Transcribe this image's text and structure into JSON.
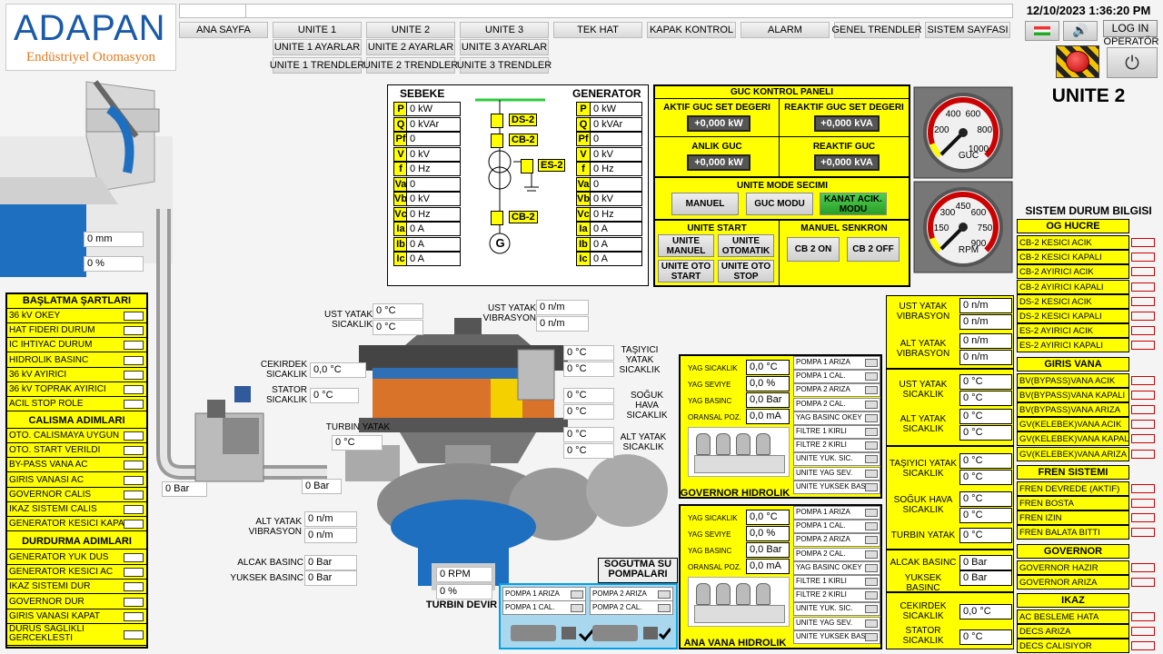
{
  "app": {
    "datetime": "12/10/2023 1:36:20 PM",
    "login_label": "LOG IN",
    "user": "OPERATÖR",
    "unit_title": "UNITE 2"
  },
  "logo": {
    "brand": "ADAPAN",
    "tagline": "Endüstriyel Otomasyon"
  },
  "nav": {
    "row1": [
      "ANA SAYFA",
      "UNITE 1",
      "UNITE 2",
      "UNITE 3",
      "TEK HAT",
      "KAPAK KONTROL",
      "ALARM",
      "GENEL TRENDLER",
      "SISTEM SAYFASI"
    ],
    "row2": [
      "UNITE 1 AYARLAR",
      "UNITE 2 AYARLAR",
      "UNITE 3 AYARLAR"
    ],
    "row3": [
      "UNITE 1 TRENDLER",
      "UNITE 2 TRENDLER",
      "UNITE 3 TRENDLER"
    ]
  },
  "gate": {
    "level": "0 mm",
    "percent": "0 %"
  },
  "start_conditions": {
    "title": "BAŞLATMA ŞARTLARI",
    "items": [
      "36 kV OKEY",
      "HAT FIDERI DURUM",
      "IC IHTIYAC DURUM",
      "HIDROLIK BASINC",
      "36 kV AYIRICI",
      "36 kV TOPRAK AYIRICI",
      "ACIL STOP ROLE"
    ]
  },
  "run_steps": {
    "title": "CALISMA ADIMLARI",
    "items": [
      "OTO. CALISMAYA UYGUN",
      "OTO. START VERILDI",
      "BY-PASS VANA AC",
      "GIRIS VANASI AC",
      "GOVERNOR CALIS",
      "IKAZ SISTEMI CALIS",
      "GENERATOR KESICI KAPAT"
    ]
  },
  "stop_steps": {
    "title": "DURDURMA ADIMLARI",
    "items": [
      "GENERATOR YUK DUS",
      "GENERATOR KESICI AC",
      "IKAZ SISTEMI DUR",
      "GOVERNOR DUR",
      "GIRIS VANASI KAPAT",
      "DURUS SAGLIKLI GERCEKLESTI"
    ]
  },
  "sld": {
    "left_title": "SEBEKE",
    "right_title": "GENERATOR",
    "rows": [
      {
        "k": "P",
        "l": "0 kW",
        "r": "0 kW"
      },
      {
        "k": "Q",
        "l": "0 kVAr",
        "r": "0 kVAr"
      },
      {
        "k": "Pf",
        "l": "0",
        "r": "0"
      },
      {
        "k": "V",
        "l": "0 kV",
        "r": "0 kV"
      },
      {
        "k": "f",
        "l": "0 Hz",
        "r": "0 Hz"
      },
      {
        "k": "Va",
        "l": "0",
        "r": "0"
      },
      {
        "k": "Vb",
        "l": "0 kV",
        "r": "0 kV"
      },
      {
        "k": "Vc",
        "l": "0 Hz",
        "r": "0 Hz"
      },
      {
        "k": "Ia",
        "l": "0 A",
        "r": "0 A"
      },
      {
        "k": "Ib",
        "l": "0 A",
        "r": "0 A"
      },
      {
        "k": "Ic",
        "l": "0 A",
        "r": "0 A"
      }
    ],
    "ds2": "DS-2",
    "cb2a": "CB-2",
    "es2": "ES-2",
    "cb2b": "CB-2",
    "gen": "G"
  },
  "power_panel": {
    "title": "GUC KONTROL PANELI",
    "active_set_label": "AKTIF GUC SET DEGERI",
    "active_set": "+0,000 kW",
    "reactive_set_label": "REAKTIF GUC SET DEGERI",
    "reactive_set": "+0,000 kVA",
    "instant_label": "ANLIK GUC",
    "instant": "+0,000 kW",
    "reactive_label": "REAKTIF GUC",
    "reactive": "+0,000 kVA"
  },
  "mode": {
    "title": "UNITE MODE SECIMI",
    "manual": "MANUEL",
    "power": "GUC MODU",
    "gate": "KANAT ACIK. MODU"
  },
  "start": {
    "title": "UNITE START",
    "b1": "UNITE MANUEL",
    "b2": "UNITE OTOMATIK",
    "b3": "UNITE OTO START",
    "b4": "UNITE OTO STOP"
  },
  "sync": {
    "title": "MANUEL SENKRON",
    "on": "CB 2 ON",
    "off": "CB 2 OFF"
  },
  "gauge_power": {
    "unit": "GUC",
    "ticks": [
      "200",
      "400",
      "600",
      "800",
      "1000"
    ],
    "max": 1000,
    "value": 0
  },
  "gauge_rpm": {
    "unit": "RPM",
    "ticks": [
      "150",
      "300",
      "450",
      "600",
      "750",
      "900"
    ],
    "max": 900,
    "value": 0
  },
  "machine": {
    "ust_yatak_label": "UST YATAK SICAKLIK",
    "ust_yatak": [
      "0 °C",
      "0 °C"
    ],
    "ust_vib_label": "UST YATAK VIBRASYON",
    "ust_vib": [
      "0 n/m",
      "0 n/m"
    ],
    "cekirdek_label": "CEKIRDEK SICAKLIK",
    "cekirdek": "0,0 °C",
    "stator_label": "STATOR SICAKLIK",
    "stator": "0 °C",
    "tasiyici_label": "TAŞIYICI YATAK SICAKLIK",
    "tasiyici": [
      "0 °C",
      "0 °C"
    ],
    "soguk_label": "SOĞUK HAVA SICAKLIK",
    "soguk": [
      "0 °C",
      "0 °C"
    ],
    "alt_label": "ALT YATAK SICAKLIK",
    "alt": [
      "0 °C",
      "0 °C"
    ],
    "turbin_label": "TURBIN YATAK",
    "turbin": "0 °C",
    "pipe_bar1": "0 Bar",
    "pipe_bar2": "0 Bar",
    "alt_vib_label": "ALT YATAK VIBRASYON",
    "alt_vib": [
      "0 n/m",
      "0 n/m"
    ],
    "alcak_label": "ALCAK BASINC",
    "alcak": "0 Bar",
    "yuksek_label": "YUKSEK BASINC",
    "yuksek": "0 Bar",
    "rpm": "0 RPM",
    "pct": "0 %",
    "devir_label": "TURBIN DEVIR"
  },
  "cooling": {
    "title": "SOGUTMA SU POMPALARI",
    "items": [
      "POMPA 1 ARIZA",
      "POMPA 2 ARIZA",
      "POMPA 1 CAL.",
      "POMPA 2 CAL."
    ]
  },
  "gov_hyd": {
    "title": "GOVERNOR HIDROLIK",
    "labels": [
      "YAG SICAKLIK",
      "YAG SEVIYE",
      "YAG BASINC",
      "ORANSAL POZ."
    ],
    "values": [
      "0,0 °C",
      "0,0 %",
      "0,0 Bar",
      "0,0 mA"
    ],
    "items": [
      "POMPA 1 ARIZA",
      "POMPA 1 CAL.",
      "POMPA 2 ARIZA",
      "POMPA 2 CAL.",
      "YAG BASINC OKEY",
      "FILTRE 1 KIRLI",
      "FILTRE 2 KIRLI",
      "UNITE YUK. SIC.",
      "UNITE YAG SEV.",
      "UNITE YUKSEK BAS."
    ]
  },
  "valve_hyd": {
    "title": "ANA VANA HIDROLIK",
    "labels": [
      "YAG SICAKLIK",
      "YAG SEVIYE",
      "YAG BASINC",
      "ORANSAL POZ."
    ],
    "values": [
      "0,0 °C",
      "0,0 %",
      "0,0 Bar",
      "0,0 mA"
    ],
    "items": [
      "POMPA 1 ARIZA",
      "POMPA 1 CAL.",
      "POMPA 2 ARIZA",
      "POMPA 2 CAL.",
      "YAG BASINC OKEY",
      "FILTRE 1 KIRLI",
      "FILTRE 2 KIRLI",
      "UNITE YUK. SIC.",
      "UNITE YAG SEV.",
      "UNITE YUKSEK BAS."
    ]
  },
  "right_meas": {
    "ust_vib_label": "UST YATAK VIBRASYON",
    "ust_vib": [
      "0 n/m",
      "0 n/m"
    ],
    "alt_vib_label": "ALT YATAK VIBRASYON",
    "alt_vib": [
      "0 n/m",
      "0 n/m"
    ],
    "ust_sic_label": "UST YATAK SICAKLIK",
    "ust_sic": [
      "0 °C",
      "0 °C"
    ],
    "alt_sic_label": "ALT YATAK SICAKLIK",
    "alt_sic": [
      "0 °C",
      "0 °C"
    ],
    "tas_label": "TAŞIYICI YATAK SICAKLIK",
    "tas": [
      "0 °C",
      "0 °C"
    ],
    "sog_label": "SOĞUK HAVA SICAKLIK",
    "sog": [
      "0 °C",
      "0 °C"
    ],
    "turb_label": "TURBIN YATAK",
    "turb": "0 °C",
    "alcak_label": "ALCAK BASINC",
    "alcak": "0 Bar",
    "yuksek_label": "YUKSEK BASINC",
    "yuksek": "0 Bar",
    "cek_label": "CEKIRDEK SICAKLIK",
    "cek": "0,0 °C",
    "stator_label": "STATOR SICAKLIK",
    "stator": "0 °C"
  },
  "status": {
    "title": "SISTEM DURUM BILGISI",
    "sections": [
      {
        "title": "OG HUCRE",
        "items": [
          "CB-2 KESICI ACIK",
          "CB-2 KESICI KAPALI",
          "CB-2 AYIRICI ACIK",
          "CB-2 AYIRICI KAPALI",
          "DS-2 KESICI ACIK",
          "DS-2 KESICI KAPALI",
          "ES-2 AYIRICI ACIK",
          "ES-2 AYIRICI KAPALI"
        ]
      },
      {
        "title": "GIRIS VANA",
        "items": [
          "BV(BYPASS)VANA ACIK",
          "BV(BYPASS)VANA KAPALI",
          "BV(BYPASS)VANA ARIZA",
          "GV(KELEBEK)VANA ACIK",
          "GV(KELEBEK)VANA KAPALI",
          "GV(KELEBEK)VANA ARIZA"
        ]
      },
      {
        "title": "FREN SISTEMI",
        "items": [
          "FREN DEVREDE (AKTIF)",
          "FREN BOSTA",
          "FREN IZIN",
          "FREN BALATA BITTI"
        ]
      },
      {
        "title": "GOVERNOR",
        "items": [
          "GOVERNOR HAZIR",
          "GOVERNOR ARIZA"
        ]
      },
      {
        "title": "IKAZ",
        "items": [
          "AC BESLEME HATA",
          "DECS ARIZA",
          "DECS CALISIYOR"
        ]
      }
    ]
  }
}
